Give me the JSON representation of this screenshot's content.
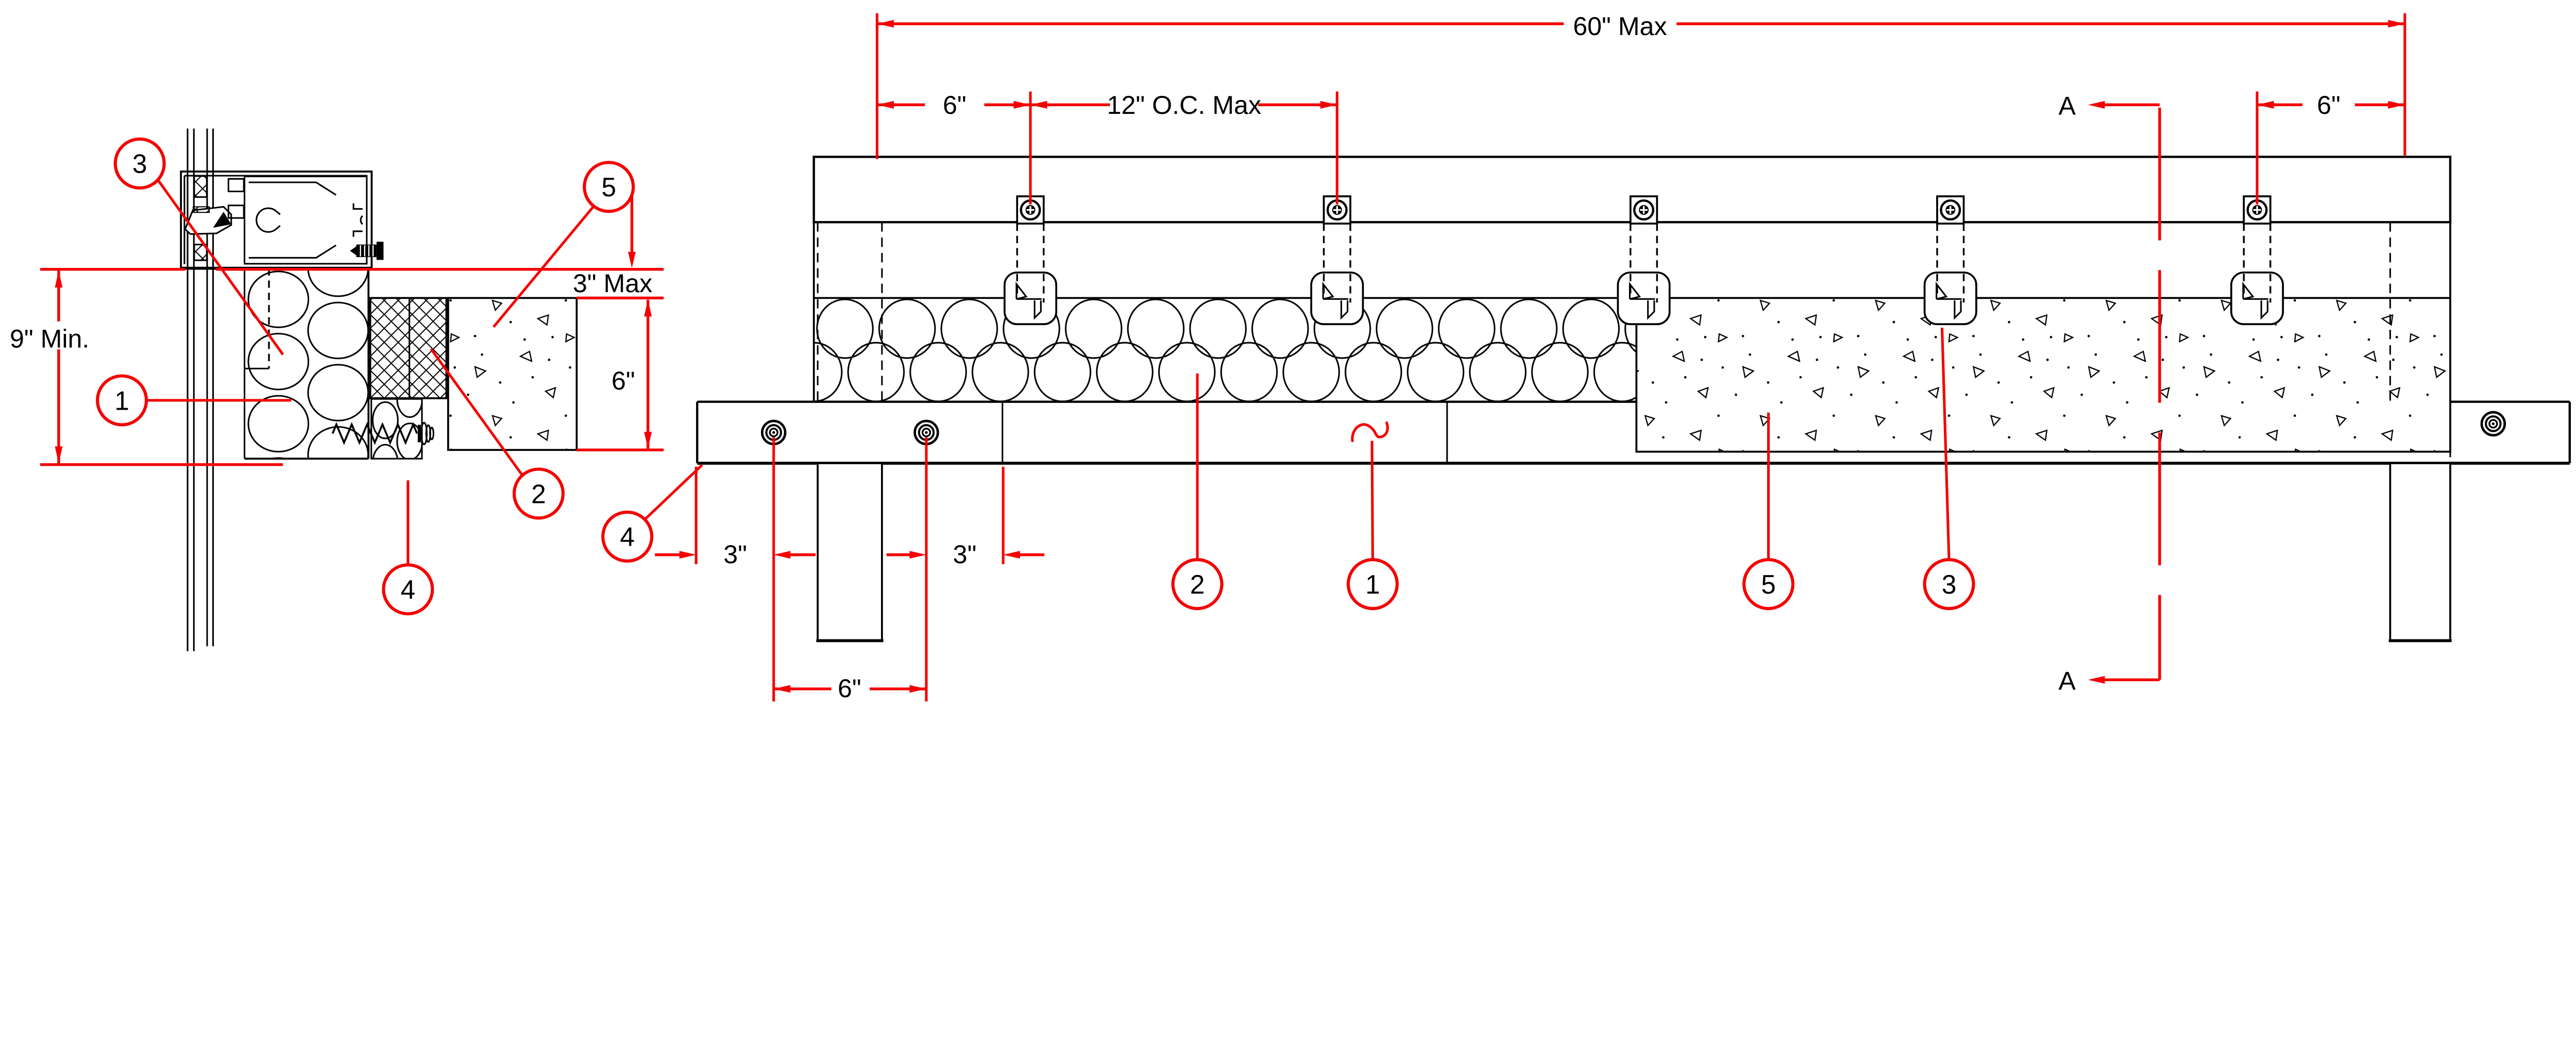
{
  "drawing": {
    "type": "architectural-detail",
    "colors": {
      "line": "#000000",
      "annotation": "#F40000",
      "background": "#ffffff"
    },
    "dims": {
      "span": "60\" Max",
      "oc_spacing": "12\" O.C. Max",
      "offset_top_left": "6\"",
      "offset_top_right": "6\"",
      "min_height": "9\" Min.",
      "max_gap": "3\" Max",
      "depth_left": "6\"",
      "edge_left": "3\"",
      "edge_right": "3\"",
      "spacing_bottom": "6\""
    },
    "section": {
      "top": "A",
      "bottom": "A"
    },
    "callouts": {
      "left": [
        "3",
        "5",
        "1",
        "2",
        "4"
      ],
      "right": [
        "4",
        "2",
        "1",
        "5",
        "3"
      ]
    }
  }
}
